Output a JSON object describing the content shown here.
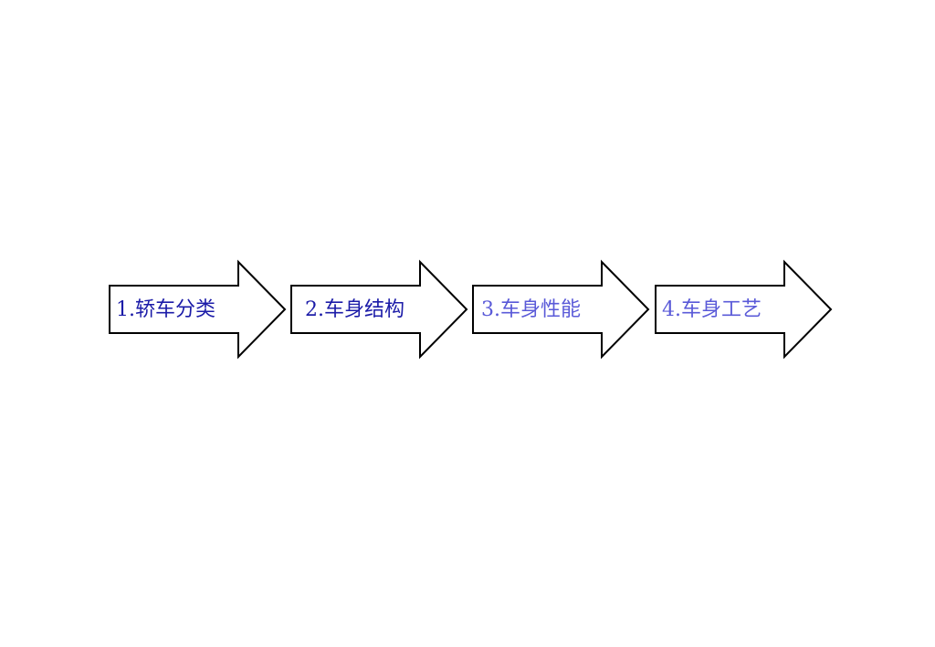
{
  "steps": [
    {
      "label": "1.轿车分类",
      "color": "#1c1ca8"
    },
    {
      "label": "2.车身结构",
      "color": "#1c1ca8"
    },
    {
      "label": "3.车身性能",
      "color": "#5a5ad8"
    },
    {
      "label": "4.车身工艺",
      "color": "#5a5ad8"
    }
  ],
  "colors": {
    "outline": "#000000",
    "fill": "#ffffff",
    "background": "#ffffff"
  }
}
